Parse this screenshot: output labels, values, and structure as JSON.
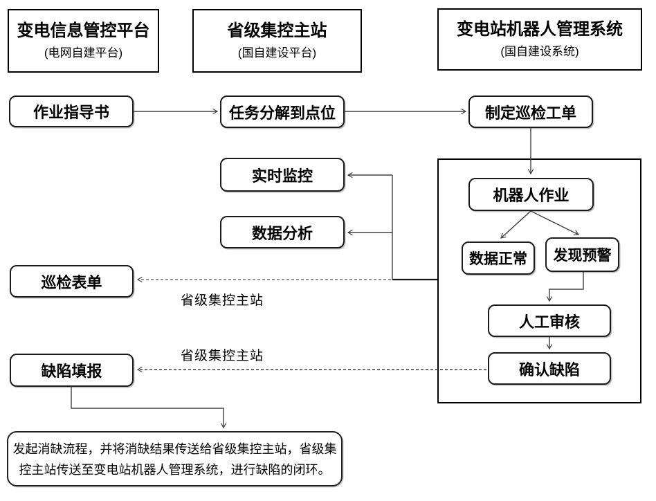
{
  "diagram": {
    "platforms": [
      {
        "title": "变电信息管控平台",
        "subtitle": "(电网自建平台)"
      },
      {
        "title": "省级集控主站",
        "subtitle": "(国自建设平台)"
      },
      {
        "title": "变电站机器人管理系统",
        "subtitle": "(国自建设系统)"
      }
    ],
    "nodes": {
      "work_guide": "作业指导书",
      "task_decompose": "任务分解到点位",
      "create_order": "制定巡检工单",
      "realtime_monitor": "实时监控",
      "data_analysis": "数据分析",
      "robot_work": "机器人作业",
      "data_normal": "数据正常",
      "warning_found": "发现预警",
      "manual_review": "人工审核",
      "confirm_defect": "确认缺陷",
      "inspection_form": "巡检表单",
      "defect_report": "缺陷填报"
    },
    "edge_labels": {
      "to_inspection_form": "省级集控主站",
      "to_defect_report": "省级集控主站"
    },
    "closure_note": "发起消缺流程，并将消缺结果传送给省级集控主站，省级集控主站传送至变电站机器人管理系统，进行缺陷的闭环。",
    "colors": {
      "background": "#ffffff",
      "border": "#000000",
      "line": "#404040",
      "dashed_line": "#555555",
      "text": "#000000"
    }
  }
}
